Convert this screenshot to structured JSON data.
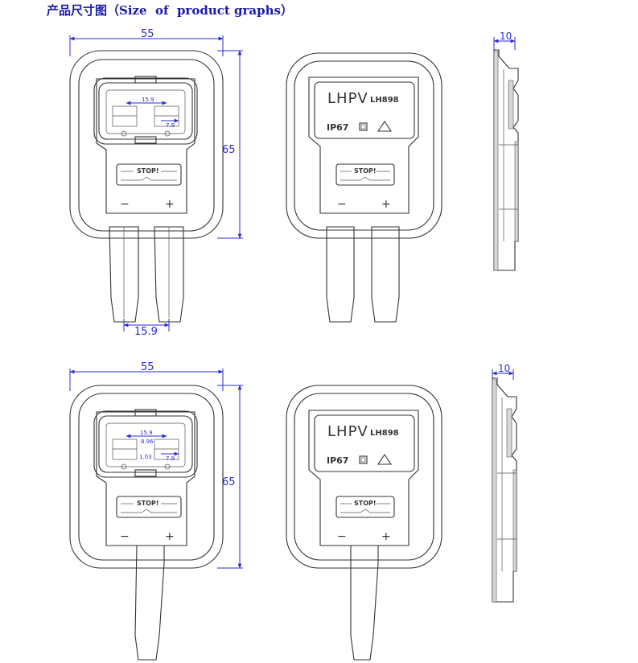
{
  "title": "产品尺寸图（Size  of  product graphs）",
  "dims": {
    "width": "55",
    "height": "65",
    "pitch": "15.9",
    "side_thickness": "10",
    "pin_pitch": "15.9",
    "pin_offset": "7.9",
    "tiny_a": "8.96",
    "tiny_b": "1.03"
  },
  "product": {
    "brand": "LHPV",
    "model": "LH898",
    "ip_rating": "IP67",
    "stop_label": "STOP!",
    "minus": "−",
    "plus": "+"
  }
}
